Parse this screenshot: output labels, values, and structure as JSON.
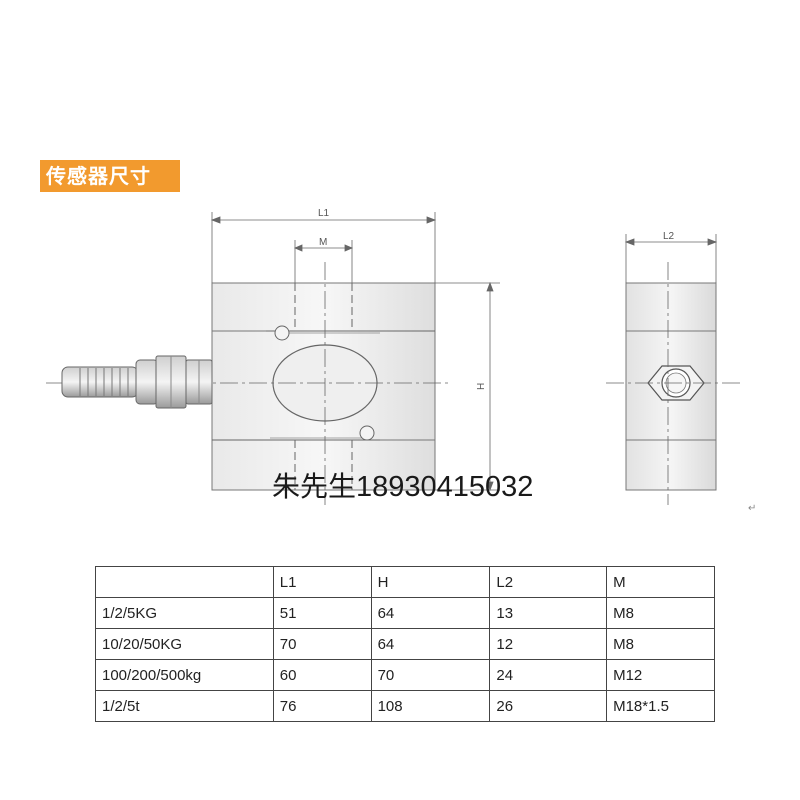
{
  "header": {
    "title": "传感器尺寸"
  },
  "drawing": {
    "labels": {
      "l1": "L1",
      "m": "M",
      "h": "H",
      "l2": "L2"
    },
    "return_mark": "↵"
  },
  "contact": {
    "name": "朱先生",
    "phone": "18930415032"
  },
  "spec_table": {
    "headers": [
      "",
      "L1",
      "H",
      "L2",
      "M"
    ],
    "rows": [
      [
        "1/2/5KG",
        "51",
        "64",
        "13",
        "M8"
      ],
      [
        "10/20/50KG",
        "70",
        "64",
        "12",
        "M8"
      ],
      [
        "100/200/500kg",
        "60",
        "70",
        "24",
        "M12"
      ],
      [
        "1/2/5t",
        "76",
        "108",
        "26",
        "M18*1.5"
      ]
    ]
  }
}
